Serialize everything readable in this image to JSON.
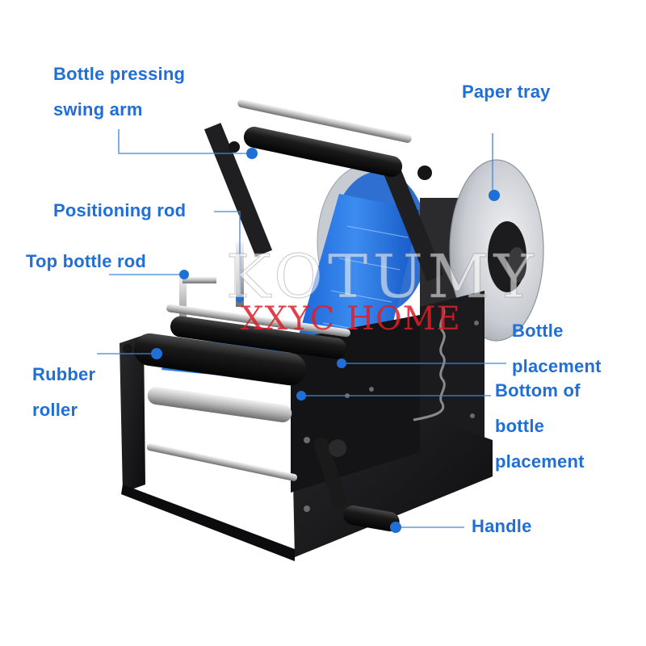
{
  "labels": {
    "swing_arm": "Bottle pressing\nswing arm",
    "paper_tray": "Paper tray",
    "positioning_rod": "Positioning rod",
    "top_bottle_rod": "Top bottle rod",
    "rubber_roller": "Rubber\nroller",
    "bottle_placement": "Bottle\nplacement",
    "bottom_bottle_placement": "Bottom of\nbottle\nplacement",
    "handle": "Handle"
  },
  "watermarks": {
    "brand": "KOTUMY",
    "shop": "XXYC HOME"
  },
  "colors": {
    "label_text": "#1f6fd6",
    "leader_line": "#3f86d8",
    "callout_dot": "#1f6fd6",
    "machine_body": "#1c1c1e",
    "label_roll": "#1d6fe0"
  }
}
